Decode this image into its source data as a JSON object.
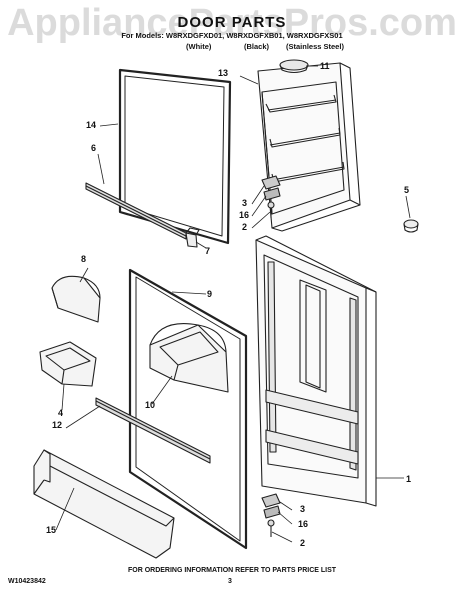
{
  "header": {
    "watermark": "AppliancePartsPros.com",
    "title": "DOOR PARTS",
    "models": "For Models: W8RXDGFXD01, W8RXDGFXB01, W8RXDGFXS01",
    "variants": [
      "(White)",
      "(Black)",
      "(Stainless Steel)"
    ]
  },
  "callouts": [
    {
      "id": "c11",
      "label": "11"
    },
    {
      "id": "c13",
      "label": "13"
    },
    {
      "id": "c14",
      "label": "14"
    },
    {
      "id": "c6",
      "label": "6"
    },
    {
      "id": "c5",
      "label": "5"
    },
    {
      "id": "c3a",
      "label": "3"
    },
    {
      "id": "c16a",
      "label": "16"
    },
    {
      "id": "c2a",
      "label": "2"
    },
    {
      "id": "c7",
      "label": "7"
    },
    {
      "id": "c8",
      "label": "8"
    },
    {
      "id": "c9",
      "label": "9"
    },
    {
      "id": "c10",
      "label": "10"
    },
    {
      "id": "c4",
      "label": "4"
    },
    {
      "id": "c12",
      "label": "12"
    },
    {
      "id": "c1",
      "label": "1"
    },
    {
      "id": "c15",
      "label": "15"
    },
    {
      "id": "c3b",
      "label": "3"
    },
    {
      "id": "c16b",
      "label": "16"
    },
    {
      "id": "c2b",
      "label": "2"
    }
  ],
  "footer": {
    "doc_number": "W10423842",
    "ordering_note": "FOR ORDERING INFORMATION REFER TO PARTS PRICE LIST",
    "page_number": "3"
  }
}
